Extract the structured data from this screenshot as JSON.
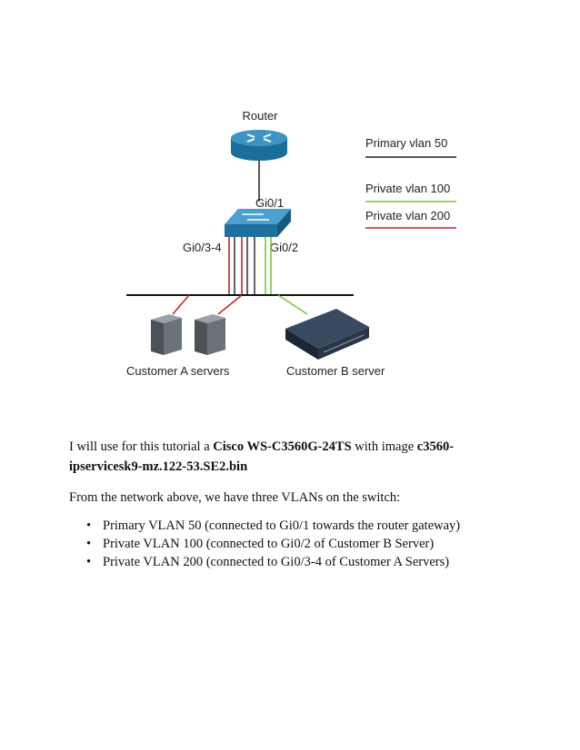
{
  "diagram": {
    "router_label": "Router",
    "port_uplink": "Gi0/1",
    "port_a": "Gi0/3-4",
    "port_b": "Gi0/2",
    "legend": [
      {
        "label": "Primary vlan 50",
        "color": "#222222"
      },
      {
        "label": "Private vlan 100",
        "color": "#7cc242"
      },
      {
        "label": "Private vlan 200",
        "color": "#c0282d"
      }
    ],
    "customer_a_label": "Customer A servers",
    "customer_b_label": "Customer B server"
  },
  "intro": {
    "t1": "I will use for this tutorial a ",
    "model": "Cisco WS-C3560G-24TS",
    "t2": " with image ",
    "image_name": "c3560-ipservicesk9-mz.122-53.SE2.bin"
  },
  "from_text": "From the network above, we have three VLANs on the switch:",
  "vlan_items": [
    "Primary VLAN 50 (connected to Gi0/1 towards the router gateway)",
    "Private VLAN 100 (connected to Gi0/2 of Customer B Server)",
    "Private VLAN 200 (connected to Gi0/3-4 of Customer A Servers)"
  ]
}
